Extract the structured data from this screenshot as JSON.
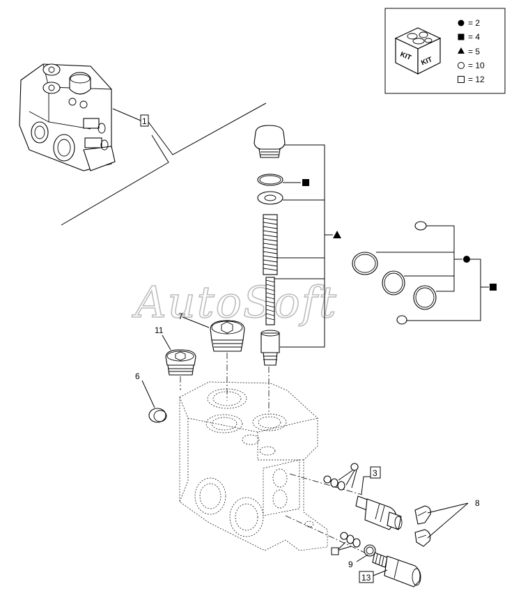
{
  "watermark": "AutoSoft",
  "kit_box": {
    "icon_text_left": "KIT",
    "icon_text_right": "KIT",
    "legend": [
      {
        "symbol": "filled-circle",
        "label": "= 2"
      },
      {
        "symbol": "filled-square",
        "label": "= 4"
      },
      {
        "symbol": "filled-triangle",
        "label": "= 5"
      },
      {
        "symbol": "open-circle",
        "label": "= 10"
      },
      {
        "symbol": "open-square",
        "label": "= 12"
      }
    ]
  },
  "callouts": {
    "c1": "1",
    "c3": "3",
    "c6": "6",
    "c7": "7",
    "c8": "8",
    "c9": "9",
    "c11": "11",
    "c13": "13"
  }
}
